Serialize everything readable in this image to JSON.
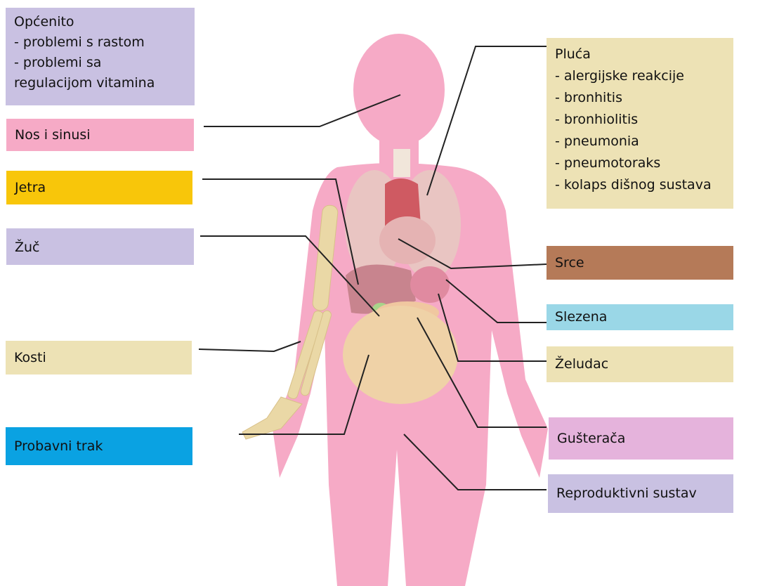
{
  "colors": {
    "body": "#f6aac6",
    "purple": "#c9c1e2",
    "pink": "#f6aac6",
    "yellow": "#f8c60a",
    "beige": "#ede2b5",
    "brown": "#b57a58",
    "light_blue": "#9ad7e7",
    "blue": "#0aa2e2",
    "orchid": "#e5b3dc"
  },
  "labels": {
    "general": {
      "title": "Općenito",
      "items": [
        "- problemi s rastom",
        "- problemi sa",
        "regulacijom vitamina"
      ]
    },
    "nose": {
      "text": "Nos i sinusi"
    },
    "liver": {
      "text": "Jetra"
    },
    "bile": {
      "text": "Žuč"
    },
    "bones": {
      "text": "Kosti"
    },
    "digestive": {
      "text": "Probavni trak"
    },
    "lungs": {
      "title": "Pluća",
      "items": [
        "- alergijske reakcije",
        "- bronhitis",
        "- bronhiolitis",
        "- pneumonia",
        "- pneumotoraks",
        "- kolaps dišnog sustava"
      ]
    },
    "heart": {
      "text": "Srce"
    },
    "spleen": {
      "text": "Slezena"
    },
    "stomach": {
      "text": "Želudac"
    },
    "pancreas": {
      "text": "Gušterača"
    },
    "reproductive": {
      "text": "Reproduktivni sustav"
    }
  }
}
